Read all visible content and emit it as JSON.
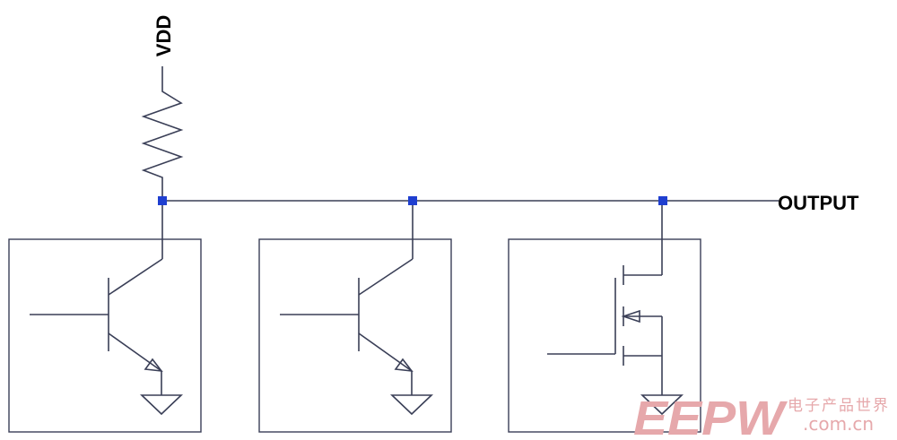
{
  "labels": {
    "supply": "VDD",
    "output": "OUTPUT"
  },
  "watermark": {
    "brand": "EEPW",
    "tagline": "电子产品世界",
    "domain": ".com.cn"
  },
  "colors": {
    "wire": "#3a3f57",
    "junction": "#1f3fd0",
    "watermark": "#e6a8ab"
  }
}
